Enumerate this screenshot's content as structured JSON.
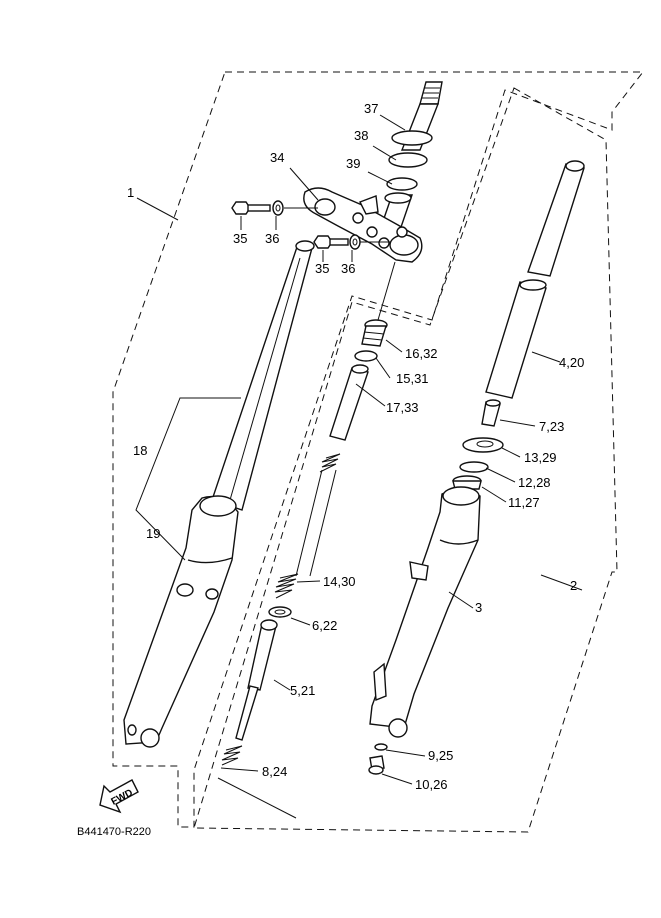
{
  "diagram": {
    "code": "B441470-R220",
    "fwd_label": "FWD",
    "callouts": {
      "c1": "1",
      "c2": "2",
      "c3": "3",
      "c4_20": "4,20",
      "c5_21": "5,21",
      "c6_22": "6,22",
      "c7_23": "7,23",
      "c8_24": "8,24",
      "c9_25": "9,25",
      "c10_26": "10,26",
      "c11_27": "11,27",
      "c12_28": "12,28",
      "c13_29": "13,29",
      "c14_30": "14,30",
      "c15_31": "15,31",
      "c16_32": "16,32",
      "c17_33": "17,33",
      "c18": "18",
      "c19": "19",
      "c34": "34",
      "c35a": "35",
      "c35b": "35",
      "c36a": "36",
      "c36b": "36",
      "c37": "37",
      "c38": "38",
      "c39": "39"
    }
  }
}
